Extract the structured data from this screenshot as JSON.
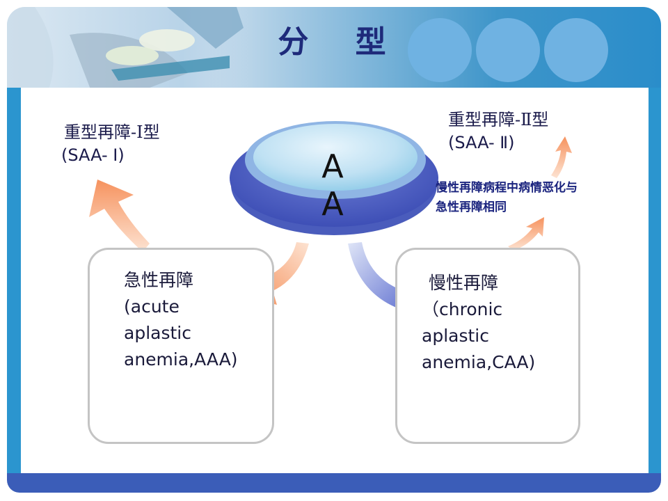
{
  "title": "分 型",
  "center": {
    "line1": "A",
    "line2": "A"
  },
  "left_box": {
    "cn": "急性再障",
    "en_lines": [
      "(acute",
      "aplastic",
      "anemia,AAA)"
    ]
  },
  "right_box": {
    "cn": "慢性再障",
    "en_lines": [
      "（chronic",
      "aplastic",
      "anemia,CAA)"
    ]
  },
  "saa1": {
    "cn": "重型再障-Ⅰ型",
    "en": "(SAA- Ⅰ)"
  },
  "saa2": {
    "cn": "重型再障-Ⅱ型",
    "en": "(SAA- Ⅱ)"
  },
  "note": {
    "line1": "慢性再障病程中病情恶化与",
    "line2": "急性再障相同"
  },
  "colors": {
    "frame_blue": "#2b95cf",
    "bottom_bar": "#3b5db8",
    "title": "#1e2a7a",
    "arrow_orange": "#f7a77e",
    "arrow_blue": "#5b6fd0"
  }
}
